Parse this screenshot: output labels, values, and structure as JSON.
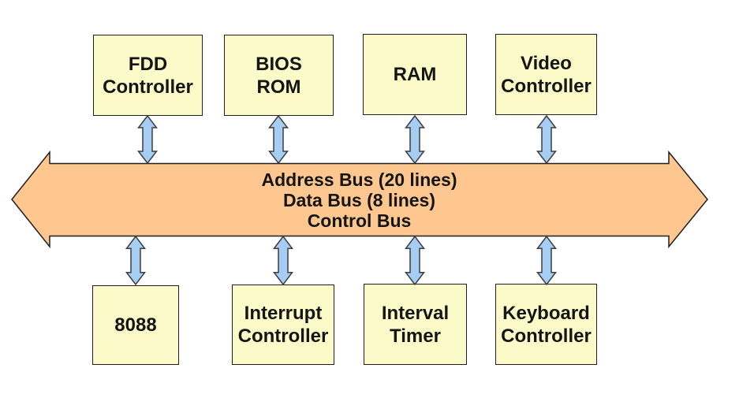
{
  "colors": {
    "background": "#FFFFFF",
    "box_fill": "#FCFAC8",
    "box_border": "#1F1F1F",
    "bus_fill": "#FDC78F",
    "bus_border": "#1F1F1F",
    "connector_fill": "#A6CEF5",
    "connector_border": "#3D3D3D",
    "text": "#151515"
  },
  "bus": {
    "label_lines": [
      "Address Bus (20 lines)",
      "Data Bus (8 lines)",
      "Control Bus"
    ]
  },
  "components": {
    "top": [
      {
        "label": "FDD\nController"
      },
      {
        "label": "BIOS\nROM"
      },
      {
        "label": "RAM"
      },
      {
        "label": "Video\nController"
      }
    ],
    "bottom": [
      {
        "label": "8088"
      },
      {
        "label": "Interrupt\nController"
      },
      {
        "label": "Interval\nTimer"
      },
      {
        "label": "Keyboard\nController"
      }
    ]
  }
}
